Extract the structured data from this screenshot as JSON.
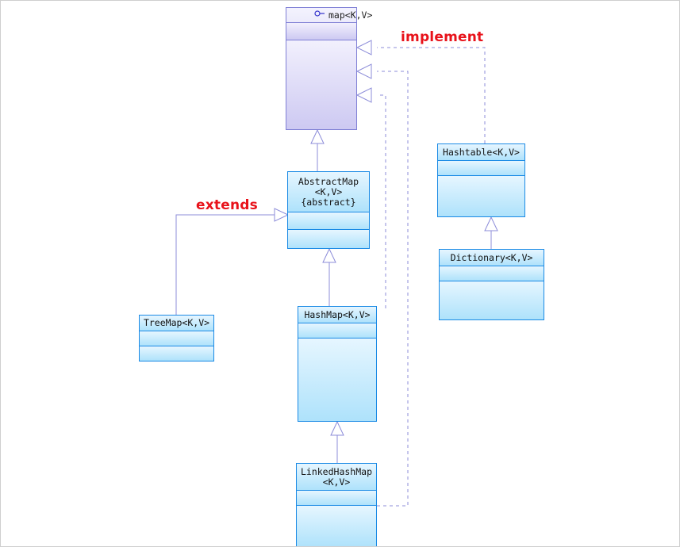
{
  "diagram": {
    "type": "uml-class-diagram",
    "title": "Java Map collection hierarchy",
    "colors": {
      "class_border": "#1a8ae5",
      "class_fill_top": "#e6f6ff",
      "class_fill_bottom": "#aee2fb",
      "interface_border": "#7f7fd5",
      "interface_fill_top": "#f2f0fd",
      "interface_fill_bottom": "#cdc9f2",
      "relation_line": "#8c8cd9",
      "label_red": "#e8121a",
      "canvas": "#ffffff"
    }
  },
  "labels": {
    "implement": "implement",
    "extends": "extends"
  },
  "nodes": [
    {
      "id": "map",
      "kind": "interface",
      "name": "map<K,V>",
      "icon": "interface-lollipop-icon",
      "stereotype": "",
      "compartments": [
        "attributes",
        "operations"
      ]
    },
    {
      "id": "abstractmap",
      "kind": "class",
      "name": "AbstractMap",
      "generics": "<K,V>",
      "modifier": "{abstract}",
      "compartments": [
        "attributes",
        "operations"
      ]
    },
    {
      "id": "hashtable",
      "kind": "class",
      "name": "Hashtable<K,V>",
      "generics": "",
      "modifier": "",
      "compartments": [
        "attributes",
        "operations"
      ]
    },
    {
      "id": "dictionary",
      "kind": "class",
      "name": "Dictionary<K,V>",
      "generics": "",
      "modifier": "",
      "compartments": [
        "attributes",
        "operations"
      ]
    },
    {
      "id": "treemap",
      "kind": "class",
      "name": "TreeMap<K,V>",
      "generics": "",
      "modifier": "",
      "compartments": [
        "attributes",
        "operations"
      ]
    },
    {
      "id": "hashmap",
      "kind": "class",
      "name": "HashMap<K,V>",
      "generics": "",
      "modifier": "",
      "compartments": [
        "attributes",
        "operations"
      ]
    },
    {
      "id": "linkedhashmap",
      "kind": "class",
      "name": "LinkedHashMap",
      "generics": "<K,V>",
      "modifier": "",
      "compartments": [
        "attributes",
        "operations"
      ]
    }
  ],
  "relations": [
    {
      "from": "hashtable",
      "to": "map",
      "type": "realization",
      "style": "dashed",
      "arrow": "hollow-triangle",
      "label": "implement"
    },
    {
      "from": "linkedhashmap",
      "to": "map",
      "type": "realization",
      "style": "dashed",
      "arrow": "hollow-triangle",
      "label": ""
    },
    {
      "from": "hashmap",
      "to": "map",
      "type": "realization",
      "style": "dashed",
      "arrow": "hollow-triangle",
      "label": ""
    },
    {
      "from": "abstractmap",
      "to": "map",
      "type": "generalization",
      "style": "solid",
      "arrow": "hollow-triangle",
      "label": ""
    },
    {
      "from": "treemap",
      "to": "abstractmap",
      "type": "generalization",
      "style": "solid",
      "arrow": "hollow-triangle",
      "label": "extends"
    },
    {
      "from": "hashmap",
      "to": "abstractmap",
      "type": "generalization",
      "style": "solid",
      "arrow": "hollow-triangle",
      "label": ""
    },
    {
      "from": "linkedhashmap",
      "to": "hashmap",
      "type": "generalization",
      "style": "solid",
      "arrow": "hollow-triangle",
      "label": ""
    },
    {
      "from": "dictionary",
      "to": "hashtable",
      "type": "generalization",
      "style": "solid",
      "arrow": "hollow-triangle",
      "label": ""
    }
  ]
}
